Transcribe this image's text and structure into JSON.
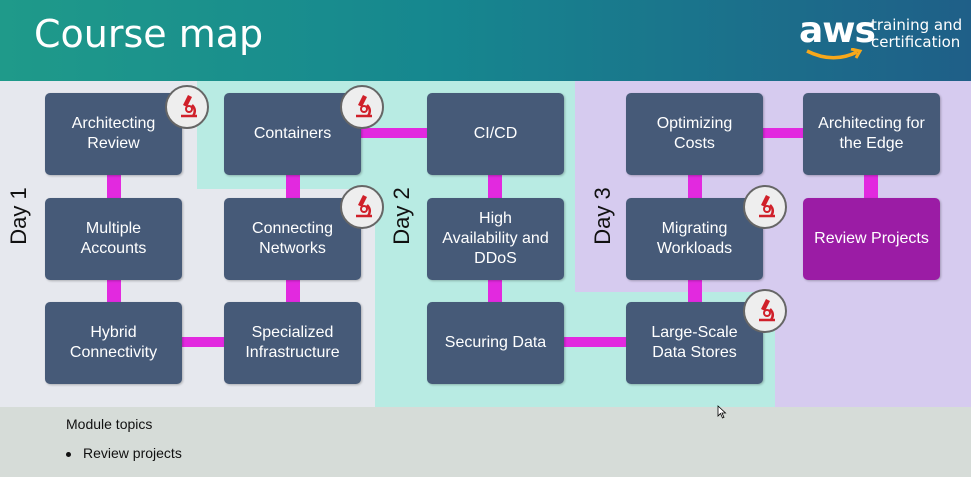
{
  "header": {
    "title": "Course map",
    "brand_logo": "aws",
    "brand_line1": "training and",
    "brand_line2": "certification"
  },
  "days": {
    "day1": "Day 1",
    "day2": "Day 2",
    "day3": "Day 3"
  },
  "modules": {
    "architecting_review": "Architecting\nReview",
    "multiple_accounts": "Multiple\nAccounts",
    "hybrid_connectivity": "Hybrid\nConnectivity",
    "containers": "Containers",
    "connecting_networks": "Connecting\nNetworks",
    "specialized_infrastructure": "Specialized\nInfrastructure",
    "cicd": "CI/CD",
    "high_availability": "High\nAvailability and\nDDoS",
    "securing_data": "Securing Data",
    "optimizing_costs": "Optimizing\nCosts",
    "migrating_workloads": "Migrating\nWorkloads",
    "large_scale_data_stores": "Large-Scale\nData Stores",
    "architecting_for_the_edge": "Architecting for\nthe Edge",
    "review_projects": "Review Projects"
  },
  "footer": {
    "module_topics": "Module topics",
    "bullet_item": "Review projects"
  },
  "colors": {
    "module": "#465a78",
    "highlight": "#9b1ca5",
    "connector": "#e229df",
    "lab_icon": "#d0202a"
  },
  "icons": {
    "lab": "microscope-icon"
  }
}
